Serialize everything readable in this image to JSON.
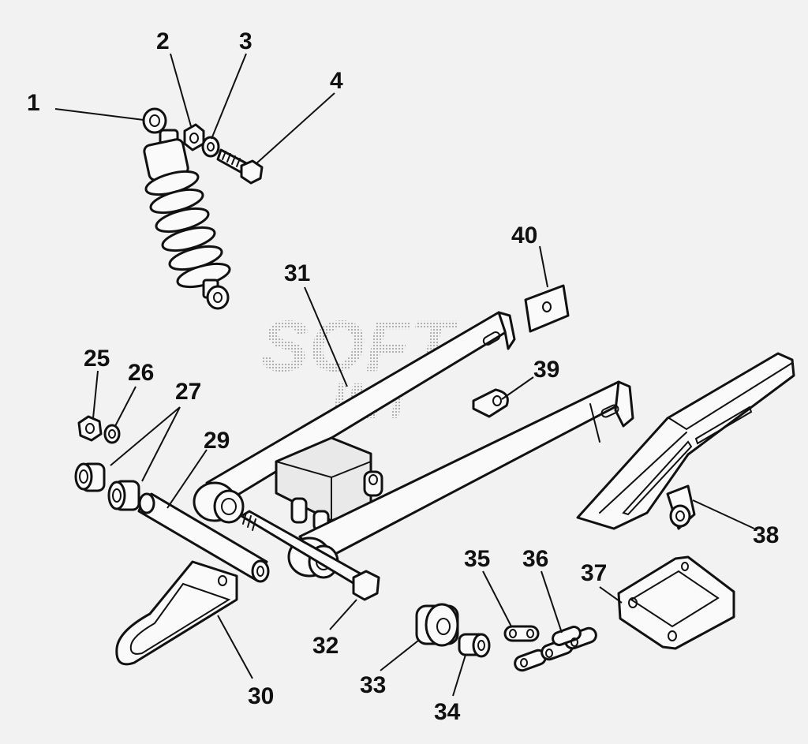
{
  "watermark": {
    "line1": "SOFT",
    "line2": "INT"
  },
  "callouts": {
    "c1": "1",
    "c2": "2",
    "c3": "3",
    "c4": "4",
    "c25": "25",
    "c26": "26",
    "c27": "27",
    "c29": "29",
    "c30": "30",
    "c31": "31",
    "c32": "32",
    "c33": "33",
    "c34": "34",
    "c35": "35",
    "c36": "36",
    "c37": "37",
    "c38": "38",
    "c39": "39",
    "c40": "40"
  },
  "colors": {
    "background": "#f2f2f2",
    "line": "#111111",
    "fill": "#fafafa"
  }
}
